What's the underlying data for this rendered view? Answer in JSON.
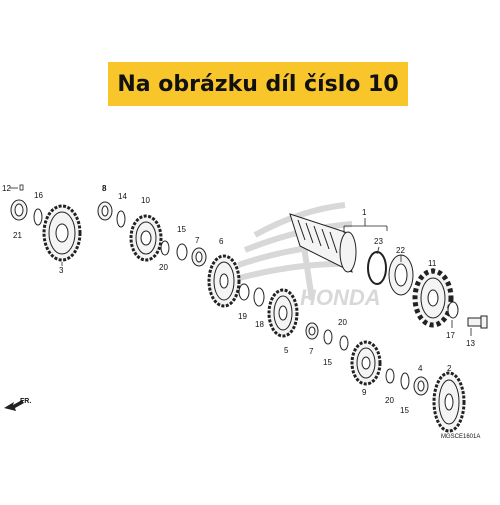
{
  "banner": {
    "text": "Na obrázku díl číslo 10"
  },
  "diagram": {
    "ref_code": "MGSCE1601A",
    "direction_label": "FR.",
    "watermark_text": "HONDA",
    "part_labels": [
      "12",
      "16",
      "21",
      "3",
      "8",
      "14",
      "10",
      "20",
      "15",
      "7",
      "6",
      "1",
      "23",
      "22",
      "11",
      "19",
      "18",
      "5",
      "17",
      "13",
      "4",
      "2",
      "9"
    ],
    "colors": {
      "line": "#222222",
      "gear_fill": "#f4f4f4",
      "watermark": "#d8d8d8",
      "banner_bg": "#f8c52a"
    }
  }
}
